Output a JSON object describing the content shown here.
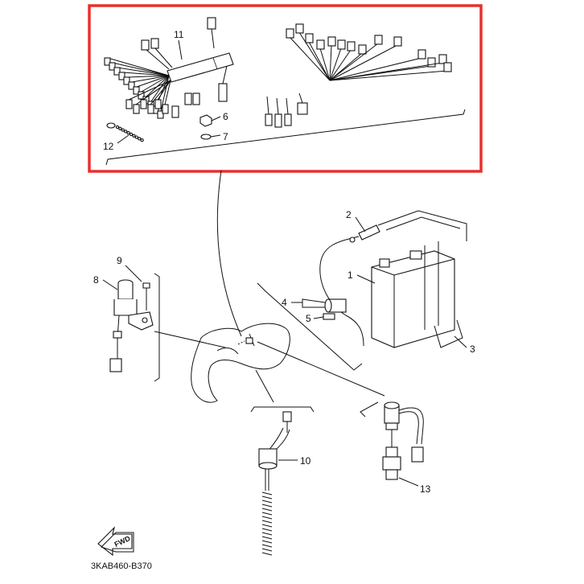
{
  "highlight_color": "#e8302e",
  "line_color": "#111111",
  "callouts": {
    "c1": "1",
    "c2": "2",
    "c3": "3",
    "c4": "4",
    "c5": "5",
    "c6": "6",
    "c7": "7",
    "c8": "8",
    "c9": "9",
    "c10": "10",
    "c11": "11",
    "c12": "12",
    "c13": "13"
  },
  "fwd_label": "FWD",
  "diagram_code": "3KAB460-B370"
}
